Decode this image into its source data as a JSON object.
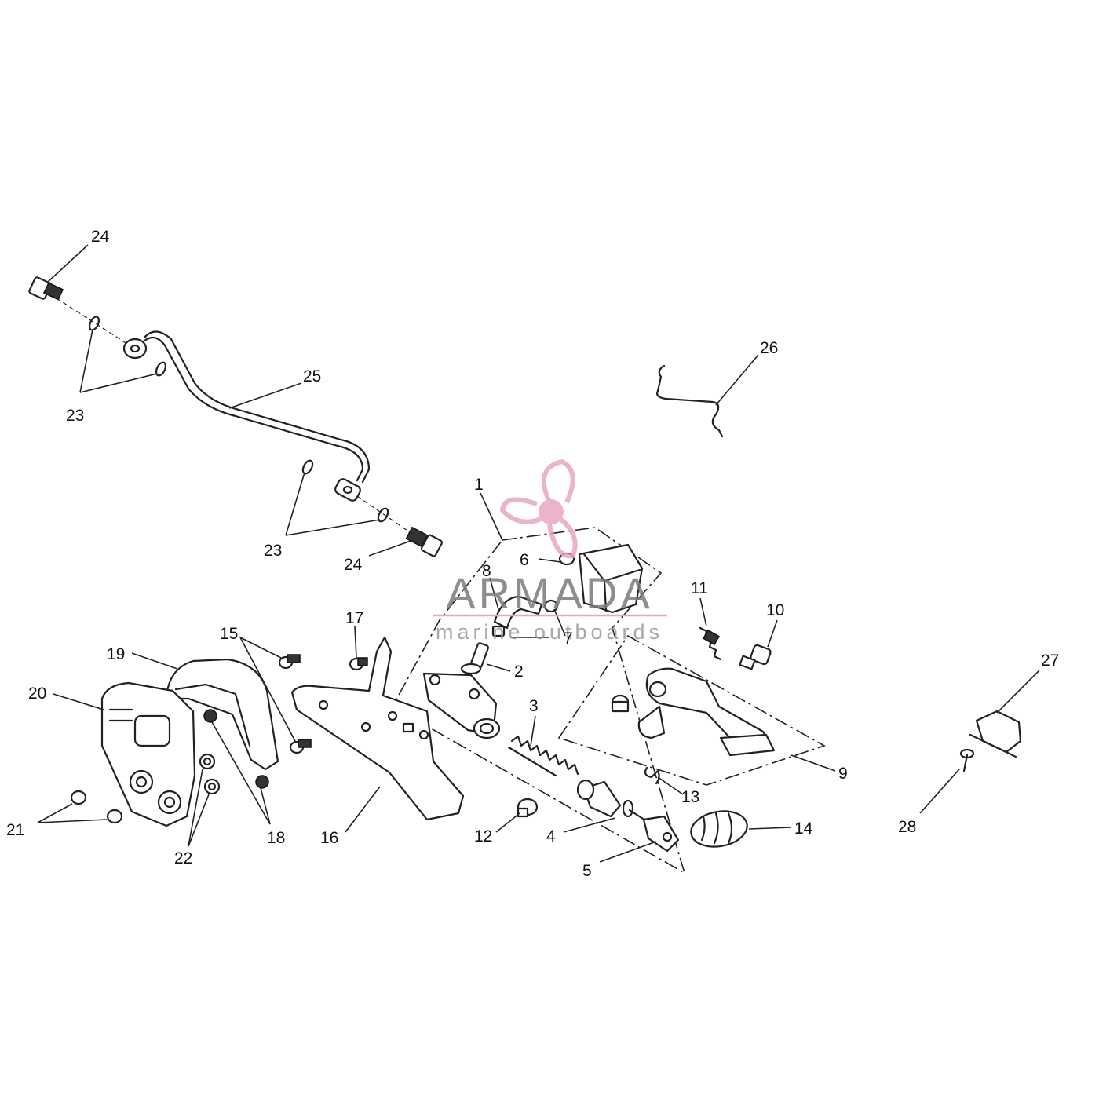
{
  "watermark": {
    "brand": "ARMADA",
    "tagline": "marine outboards",
    "brand_color": "#7a7a7a",
    "accent_color": "#e8a6c4"
  },
  "callouts": [
    {
      "id": "1",
      "text": "1"
    },
    {
      "id": "2",
      "text": "2"
    },
    {
      "id": "3",
      "text": "3"
    },
    {
      "id": "4",
      "text": "4"
    },
    {
      "id": "5",
      "text": "5"
    },
    {
      "id": "6",
      "text": "6"
    },
    {
      "id": "7",
      "text": "7"
    },
    {
      "id": "8",
      "text": "8"
    },
    {
      "id": "9",
      "text": "9"
    },
    {
      "id": "10",
      "text": "10"
    },
    {
      "id": "11",
      "text": "11"
    },
    {
      "id": "12",
      "text": "12"
    },
    {
      "id": "13",
      "text": "13"
    },
    {
      "id": "14",
      "text": "14"
    },
    {
      "id": "15",
      "text": "15"
    },
    {
      "id": "16",
      "text": "16"
    },
    {
      "id": "17",
      "text": "17"
    },
    {
      "id": "18",
      "text": "18"
    },
    {
      "id": "19",
      "text": "19"
    },
    {
      "id": "20",
      "text": "20"
    },
    {
      "id": "21",
      "text": "21"
    },
    {
      "id": "22",
      "text": "22"
    },
    {
      "id": "23a",
      "text": "23"
    },
    {
      "id": "23b",
      "text": "23"
    },
    {
      "id": "24a",
      "text": "24"
    },
    {
      "id": "24b",
      "text": "24"
    },
    {
      "id": "25",
      "text": "25"
    },
    {
      "id": "26",
      "text": "26"
    },
    {
      "id": "27",
      "text": "27"
    },
    {
      "id": "28",
      "text": "28"
    }
  ]
}
